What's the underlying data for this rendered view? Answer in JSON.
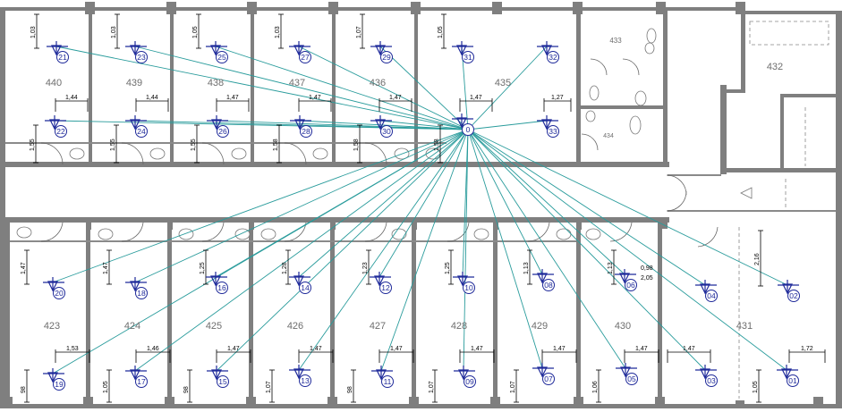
{
  "rooms": [
    {
      "id": "440",
      "label": "440"
    },
    {
      "id": "439",
      "label": "439"
    },
    {
      "id": "438",
      "label": "438"
    },
    {
      "id": "437",
      "label": "437"
    },
    {
      "id": "436",
      "label": "436"
    },
    {
      "id": "435",
      "label": "435"
    },
    {
      "id": "433",
      "label": "433"
    },
    {
      "id": "434",
      "label": "434"
    },
    {
      "id": "432",
      "label": "432"
    },
    {
      "id": "423",
      "label": "423"
    },
    {
      "id": "424",
      "label": "424"
    },
    {
      "id": "425",
      "label": "425"
    },
    {
      "id": "426",
      "label": "426"
    },
    {
      "id": "427",
      "label": "427"
    },
    {
      "id": "428",
      "label": "428"
    },
    {
      "id": "429",
      "label": "429"
    },
    {
      "id": "430",
      "label": "430"
    },
    {
      "id": "431",
      "label": "431"
    }
  ],
  "hub": {
    "label": "0"
  },
  "receivers": [
    {
      "id": "21",
      "label": "21"
    },
    {
      "id": "23",
      "label": "23"
    },
    {
      "id": "25",
      "label": "25"
    },
    {
      "id": "27",
      "label": "27"
    },
    {
      "id": "29",
      "label": "29"
    },
    {
      "id": "31",
      "label": "31"
    },
    {
      "id": "32",
      "label": "32"
    },
    {
      "id": "22",
      "label": "22"
    },
    {
      "id": "24",
      "label": "24"
    },
    {
      "id": "26",
      "label": "26"
    },
    {
      "id": "28",
      "label": "28"
    },
    {
      "id": "30",
      "label": "30"
    },
    {
      "id": "33",
      "label": "33"
    },
    {
      "id": "20",
      "label": "20"
    },
    {
      "id": "18",
      "label": "18"
    },
    {
      "id": "16",
      "label": "16"
    },
    {
      "id": "14",
      "label": "14"
    },
    {
      "id": "12",
      "label": "12"
    },
    {
      "id": "10",
      "label": "10"
    },
    {
      "id": "08",
      "label": "08"
    },
    {
      "id": "06",
      "label": "06"
    },
    {
      "id": "04",
      "label": "04"
    },
    {
      "id": "02",
      "label": "02"
    },
    {
      "id": "19",
      "label": "19"
    },
    {
      "id": "17",
      "label": "17"
    },
    {
      "id": "15",
      "label": "15"
    },
    {
      "id": "13",
      "label": "13"
    },
    {
      "id": "11",
      "label": "11"
    },
    {
      "id": "09",
      "label": "09"
    },
    {
      "id": "07",
      "label": "07"
    },
    {
      "id": "05",
      "label": "05"
    },
    {
      "id": "03",
      "label": "03"
    },
    {
      "id": "01",
      "label": "01"
    }
  ],
  "dimensions": [
    {
      "id": "d1",
      "label": "1,03"
    },
    {
      "id": "d2",
      "label": "1,03"
    },
    {
      "id": "d3",
      "label": "1,05"
    },
    {
      "id": "d4",
      "label": "1,03"
    },
    {
      "id": "d5",
      "label": "1,07"
    },
    {
      "id": "d6",
      "label": "1,05"
    },
    {
      "id": "d7",
      "label": "1,44"
    },
    {
      "id": "d8",
      "label": "1,44"
    },
    {
      "id": "d9",
      "label": "1,47"
    },
    {
      "id": "d10",
      "label": "1,47"
    },
    {
      "id": "d11",
      "label": "1,47"
    },
    {
      "id": "d12",
      "label": "1,47"
    },
    {
      "id": "d13",
      "label": "1,27"
    },
    {
      "id": "d14",
      "label": "1,55"
    },
    {
      "id": "d15",
      "label": "1,55"
    },
    {
      "id": "d16",
      "label": "1,55"
    },
    {
      "id": "d17",
      "label": "1,58"
    },
    {
      "id": "d18",
      "label": "1,58"
    },
    {
      "id": "d19",
      "label": "1,58"
    },
    {
      "id": "d20",
      "label": "1,47"
    },
    {
      "id": "d21",
      "label": "1,47"
    },
    {
      "id": "d22",
      "label": "1,25"
    },
    {
      "id": "d23",
      "label": "1,28"
    },
    {
      "id": "d24",
      "label": "1,23"
    },
    {
      "id": "d25",
      "label": "1,25"
    },
    {
      "id": "d26",
      "label": "1,13"
    },
    {
      "id": "d27",
      "label": "1,13"
    },
    {
      "id": "d28",
      "label": "0,98"
    },
    {
      "id": "d29",
      "label": "2,05"
    },
    {
      "id": "d30",
      "label": "2,16"
    },
    {
      "id": "d31",
      "label": "1,53"
    },
    {
      "id": "d32",
      "label": "1,46"
    },
    {
      "id": "d33",
      "label": "1,47"
    },
    {
      "id": "d34",
      "label": "1,47"
    },
    {
      "id": "d35",
      "label": "1,47"
    },
    {
      "id": "d36",
      "label": "1,47"
    },
    {
      "id": "d37",
      "label": "1,47"
    },
    {
      "id": "d38",
      "label": "1,47"
    },
    {
      "id": "d39",
      "label": "1,47"
    },
    {
      "id": "d40",
      "label": "1,72"
    },
    {
      "id": "d41",
      "label": "98"
    },
    {
      "id": "d42",
      "label": "1,05"
    },
    {
      "id": "d43",
      "label": "98"
    },
    {
      "id": "d44",
      "label": "1,07"
    },
    {
      "id": "d45",
      "label": "98"
    },
    {
      "id": "d46",
      "label": "1,07"
    },
    {
      "id": "d47",
      "label": "1,07"
    },
    {
      "id": "d48",
      "label": "1,06"
    },
    {
      "id": "d49",
      "label": "1,05"
    }
  ],
  "colors": {
    "wall": "#7f7f7f",
    "ray": "#2a9c9c",
    "symbol": "#1f2a9a",
    "room_number": "#6e6e6e"
  },
  "icons": {
    "receiver": "triangle-on-circle-icon",
    "hub": "access-point-icon"
  }
}
